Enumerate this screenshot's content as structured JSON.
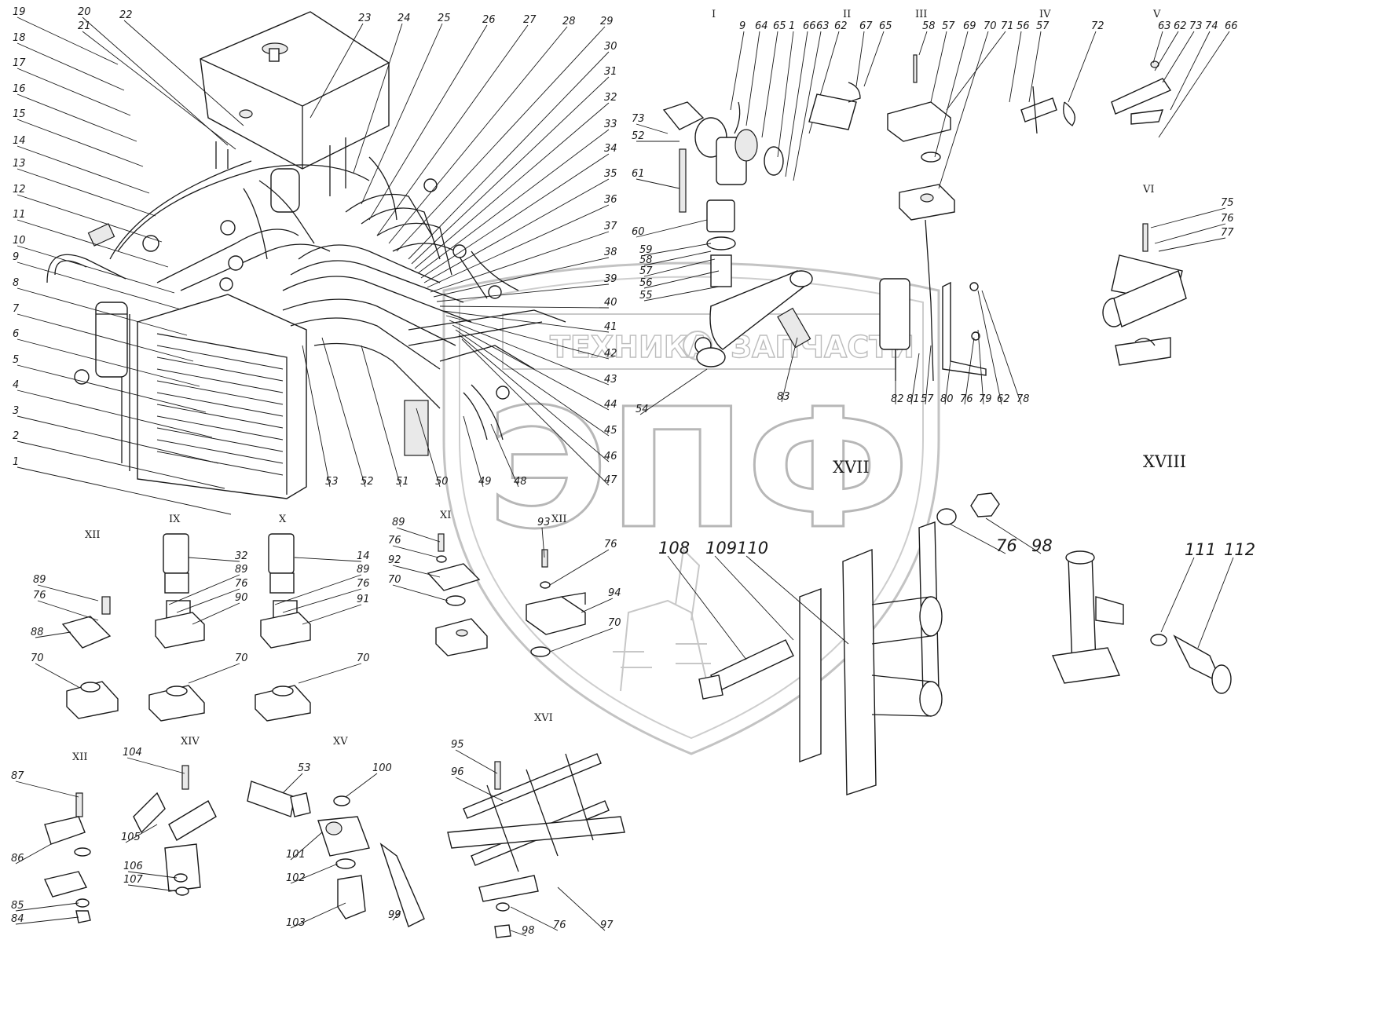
{
  "watermark": {
    "line1": "ТЕХНИКА",
    "line2": "ЗАПЧАСТИ",
    "logo": "ЭПФ"
  },
  "views": {
    "v1": "I",
    "v2": "II",
    "v3": "III",
    "v4": "IV",
    "v5": "V",
    "v6": "VI",
    "v9": "IX",
    "v10": "X",
    "v11": "XI",
    "v12": "XII",
    "v14": "XIV",
    "v15": "XV",
    "v16": "XVI",
    "v17": "XVII",
    "v18": "XVIII"
  },
  "callouts": {
    "main_left": [
      "19",
      "18",
      "17",
      "16",
      "15",
      "14",
      "13",
      "12",
      "11",
      "10",
      "9",
      "8",
      "7",
      "6",
      "5",
      "4",
      "3",
      "2",
      "1"
    ],
    "main_top": [
      "20",
      "21",
      "22",
      "23",
      "24",
      "25",
      "26",
      "27",
      "28",
      "29"
    ],
    "main_right": [
      "30",
      "31",
      "32",
      "33",
      "34",
      "35",
      "36",
      "37",
      "38",
      "39",
      "40",
      "41",
      "42",
      "43",
      "44",
      "45",
      "46",
      "47"
    ],
    "main_bottom": [
      "48",
      "49",
      "50",
      "51",
      "52",
      "53"
    ],
    "view1": [
      "9",
      "64",
      "65",
      "1",
      "66",
      "63",
      "62",
      "73",
      "52",
      "61",
      "60",
      "59",
      "58",
      "57",
      "56",
      "55",
      "54",
      "83"
    ],
    "view2": [
      "67",
      "65"
    ],
    "view3": [
      "58",
      "57",
      "69",
      "70",
      "71"
    ],
    "view4": [
      "56",
      "57",
      "72"
    ],
    "view5": [
      "63",
      "62",
      "73",
      "74",
      "66"
    ],
    "view6": [
      "75",
      "76",
      "77"
    ],
    "bracket": [
      "82",
      "81",
      "57",
      "80",
      "76",
      "79",
      "62",
      "78"
    ],
    "view7": [
      "89",
      "76",
      "88",
      "70"
    ],
    "view9": [
      "32",
      "89",
      "76",
      "90",
      "70"
    ],
    "view10": [
      "14",
      "89",
      "76",
      "91",
      "70"
    ],
    "view11": [
      "89",
      "76",
      "92",
      "70"
    ],
    "view12": [
      "93",
      "76",
      "94",
      "70"
    ],
    "view13": [
      "87",
      "86",
      "85",
      "84"
    ],
    "view14": [
      "104",
      "105",
      "106",
      "107"
    ],
    "view15": [
      "53",
      "100",
      "101",
      "102",
      "103",
      "99"
    ],
    "view16": [
      "95",
      "96",
      "76",
      "97",
      "98"
    ],
    "view17": [
      "108",
      "109",
      "110",
      "76",
      "98"
    ],
    "view18": [
      "111",
      "112"
    ]
  }
}
